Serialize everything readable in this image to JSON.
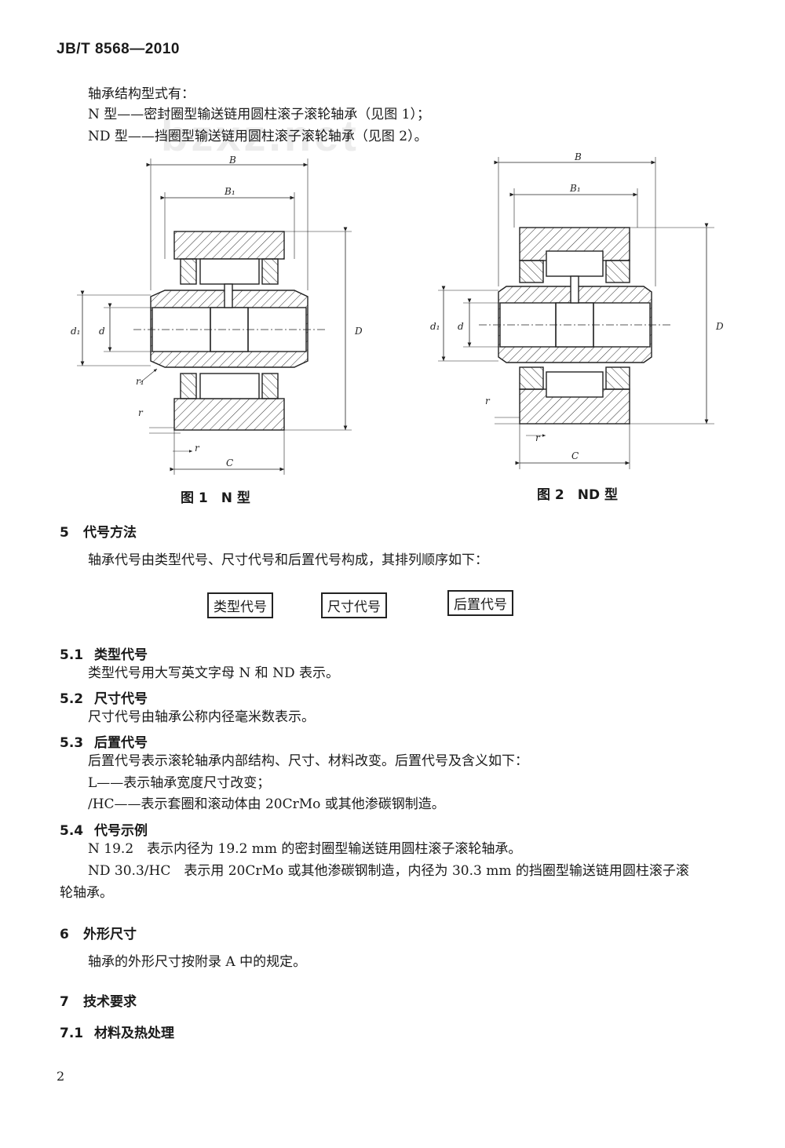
{
  "header": {
    "standard_no": "JB/T 8568—2010"
  },
  "watermark": "bzxz.net",
  "intro": {
    "line1": "轴承结构型式有：",
    "line2": "N 型——密封圈型输送链用圆柱滚子滚轮轴承（见图 1）；",
    "line3": "ND 型——挡圈型输送链用圆柱滚子滚轮轴承（见图 2）。"
  },
  "figure1": {
    "caption": "图 1　N 型",
    "labels": {
      "B": "B",
      "B1": "B₁",
      "D": "D",
      "d": "d",
      "d1": "d₁",
      "r1": "r₁",
      "r_v": "r",
      "r_h": "r",
      "C": "C"
    }
  },
  "figure2": {
    "caption": "图 2　ND 型",
    "labels": {
      "B": "B",
      "B1": "B₁",
      "D": "D",
      "d": "d",
      "d1": "d₁",
      "r_v": "r",
      "r_h": "r",
      "C": "C"
    }
  },
  "section5": {
    "num": "5",
    "title": "代号方法",
    "desc": "轴承代号由类型代号、尺寸代号和后置代号构成，其排列顺序如下：",
    "boxes": [
      "类型代号",
      "尺寸代号",
      "后置代号"
    ]
  },
  "s51": {
    "num": "5.1",
    "title": "类型代号",
    "text": "类型代号用大写英文字母 N 和 ND 表示。"
  },
  "s52": {
    "num": "5.2",
    "title": "尺寸代号",
    "text": "尺寸代号由轴承公称内径毫米数表示。"
  },
  "s53": {
    "num": "5.3",
    "title": "后置代号",
    "text": "后置代号表示滚轮轴承内部结构、尺寸、材料改变。后置代号及含义如下：",
    "item1": "L——表示轴承宽度尺寸改变；",
    "item2": "/HC——表示套圈和滚动体由 20CrMo 或其他渗碳钢制造。"
  },
  "s54": {
    "num": "5.4",
    "title": "代号示例",
    "ex1": "N 19.2　表示内径为 19.2 mm 的密封圈型输送链用圆柱滚子滚轮轴承。",
    "ex2a": "ND 30.3/HC　表示用 20CrMo 或其他渗碳钢制造，内径为 30.3 mm 的挡圈型输送链用圆柱滚子滚",
    "ex2b": "轮轴承。"
  },
  "section6": {
    "num": "6",
    "title": "外形尺寸",
    "text": "轴承的外形尺寸按附录 A 中的规定。"
  },
  "section7": {
    "num": "7",
    "title": "技术要求"
  },
  "s71": {
    "num": "7.1",
    "title": "材料及热处理"
  },
  "footer": {
    "page": "2"
  }
}
